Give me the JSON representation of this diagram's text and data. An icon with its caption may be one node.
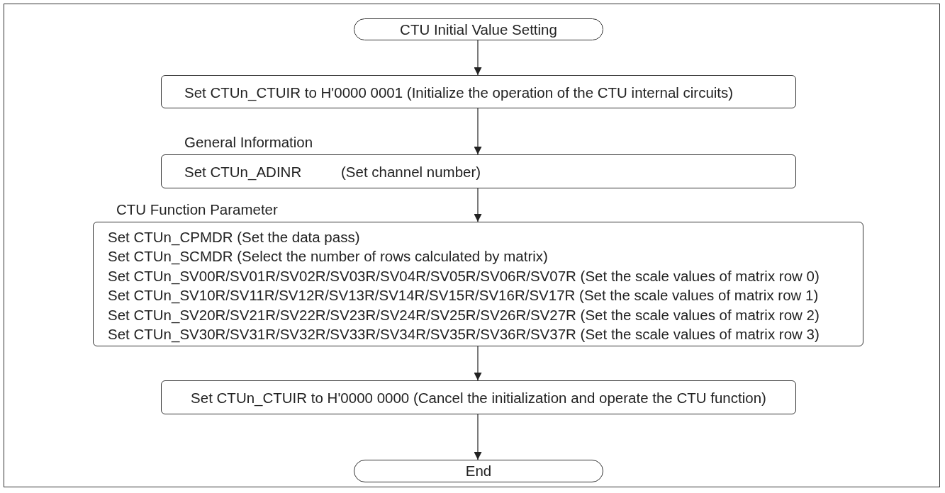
{
  "diagram": {
    "nodes": [
      {
        "text": [
          "CTU Initial Value Setting"
        ]
      },
      {
        "text": [
          "Set CTUn_CTUIR to H'0000 0001 (Initialize the operation of the CTU internal circuits)"
        ]
      },
      {
        "text": [
          "General Information",
          "Set CTUn_ADINR",
          "(Set channel number)"
        ]
      },
      {
        "text": [
          "CTU Function Parameter",
          "Set CTUn_CPMDR (Set the data pass)",
          "Set CTUn_SCMDR (Select the number of rows calculated by matrix)",
          "Set CTUn_SV00R/SV01R/SV02R/SV03R/SV04R/SV05R/SV06R/SV07R (Set the scale values of matrix row 0)",
          "Set CTUn_SV10R/SV11R/SV12R/SV13R/SV14R/SV15R/SV16R/SV17R (Set the scale values of matrix row 1)",
          "Set CTUn_SV20R/SV21R/SV22R/SV23R/SV24R/SV25R/SV26R/SV27R (Set the scale values of matrix row 2)",
          "Set CTUn_SV30R/SV31R/SV32R/SV33R/SV34R/SV35R/SV36R/SV37R (Set the scale values of matrix row 3)"
        ]
      },
      {
        "text": [
          "Set CTUn_CTUIR to H'0000 0000 (Cancel the initialization and operate the CTU function)"
        ]
      },
      {
        "text": [
          "End"
        ]
      }
    ],
    "edges": [
      {
        "from": 0,
        "to": 1,
        "arrow": "to"
      },
      {
        "from": 1,
        "to": 2,
        "arrow": "to"
      },
      {
        "from": 2,
        "to": 3,
        "arrow": "to"
      },
      {
        "from": 3,
        "to": 4,
        "arrow": "to"
      },
      {
        "from": 4,
        "to": 5,
        "arrow": "to"
      }
    ]
  }
}
